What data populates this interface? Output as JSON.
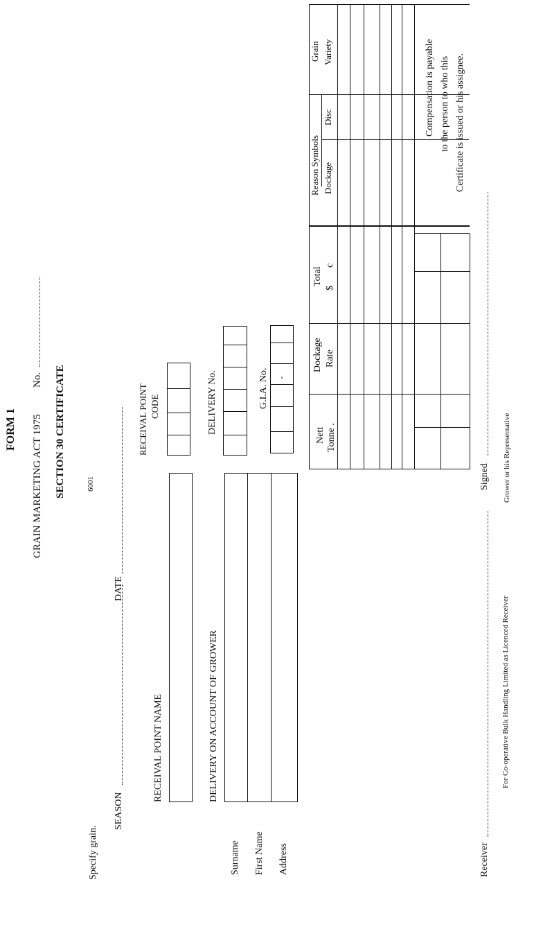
{
  "header": {
    "form": "FORM 1",
    "act": "GRAIN MARKETING ACT 1975",
    "no_label": "No.",
    "section": "SECTION 30  CERTIFICATE",
    "code": "6001"
  },
  "fields": {
    "specify_grain": "Specify grain.",
    "season": "SEASON",
    "date": "DATE",
    "receival_point_name": "RECEIVAL POINT NAME",
    "receival_point_code_1": "RECEIVAL POINT",
    "receival_point_code_2": "CODE",
    "delivery_account": "DELIVERY ON ACCOUNT OF GROWER",
    "delivery_no": "DELIVERY No.",
    "gia_no": "G.I.A. No.",
    "surname": "Surname",
    "first_name": "First Name",
    "address": "Address"
  },
  "table": {
    "nett": "Nett",
    "tonne": "Tonne .",
    "dockage": "Dockage",
    "rate": "Rate",
    "total": "Total",
    "dollar": "$",
    "cents": "c",
    "reason_symbols": "Reason Symbols",
    "dockage2": "Dockage",
    "disc": "Disc",
    "grain": "Grain",
    "variety": "Variety"
  },
  "compensation": {
    "line1": "Compensation is payable",
    "line2": "to the person to who this",
    "line3": "Certificate is issued or his assignee."
  },
  "footer": {
    "receiver": "Receiver",
    "receiver_caption": "For Co-operative Bulk Handling Limited as Licenced Receiver",
    "signed": "Signed",
    "signed_caption": "Grower or his Representative"
  },
  "gia_mark": "-"
}
